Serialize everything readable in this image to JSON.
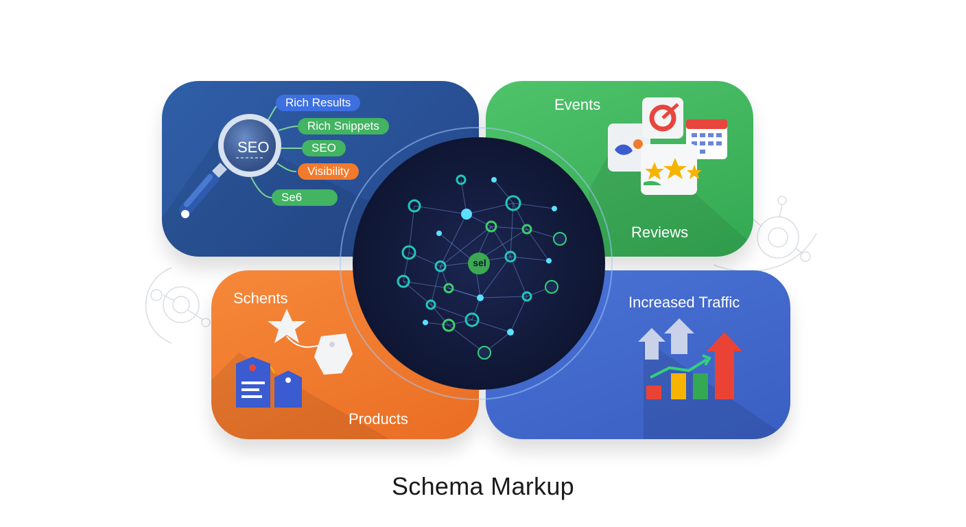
{
  "title": "Schema Markup",
  "hub_label": "sel",
  "cards": {
    "top_left": {
      "pills": [
        "Rich Results",
        "Rich Snippets",
        "SEO",
        "Visibility",
        "Se6"
      ],
      "magnifier_text": "SEO"
    },
    "top_right": {
      "label_top": "Events",
      "label_bottom": "Reviews"
    },
    "bottom_left": {
      "label_top": "Schents",
      "label_bottom": "Products"
    },
    "bottom_right": {
      "label_top": "Increased Traffic"
    }
  },
  "colors": {
    "blue_dark": "#2a549c",
    "green": "#3fb55d",
    "orange": "#f07b2e",
    "blue": "#4268cc",
    "hub": "#121a3a",
    "node_teal": "#22c7b8",
    "node_green": "#3ccf6a"
  }
}
